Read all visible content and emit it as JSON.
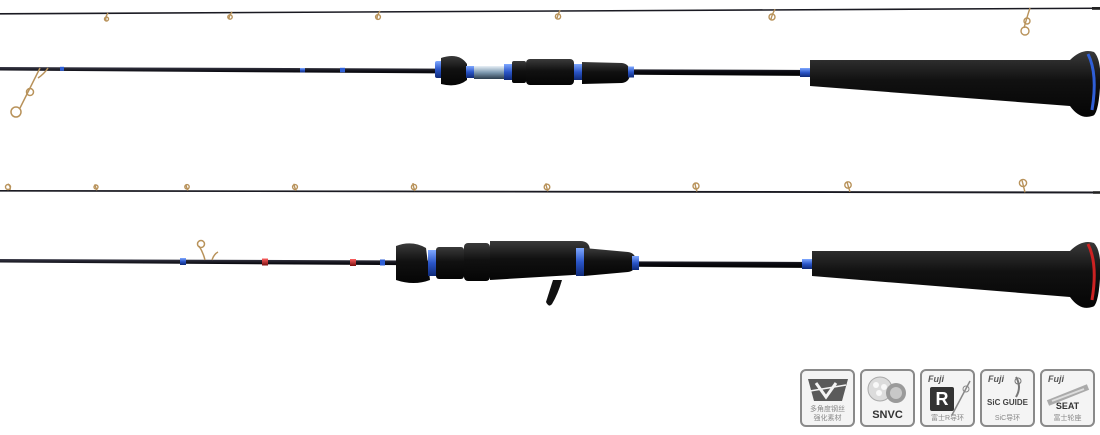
{
  "badges": {
    "nano": {
      "line1": "多角度钢丝",
      "line2": "强化素材"
    },
    "snvc": {
      "label": "SNVC"
    },
    "fuji_r": {
      "brand": "Fuji",
      "letter": "R",
      "cn": "富士R导环"
    },
    "fuji_sic": {
      "brand": "Fuji",
      "label": "SiC GUIDE",
      "cn": "SiC导环"
    },
    "fuji_seat": {
      "brand": "Fuji",
      "label": "SEAT",
      "cn": "富士轮座"
    }
  },
  "colors": {
    "blank": "#0d0d14",
    "accent_blue": "#2f5fd6",
    "accent_red": "#cc2222",
    "grip": "#151515",
    "guide_gold": "#b8925a"
  }
}
